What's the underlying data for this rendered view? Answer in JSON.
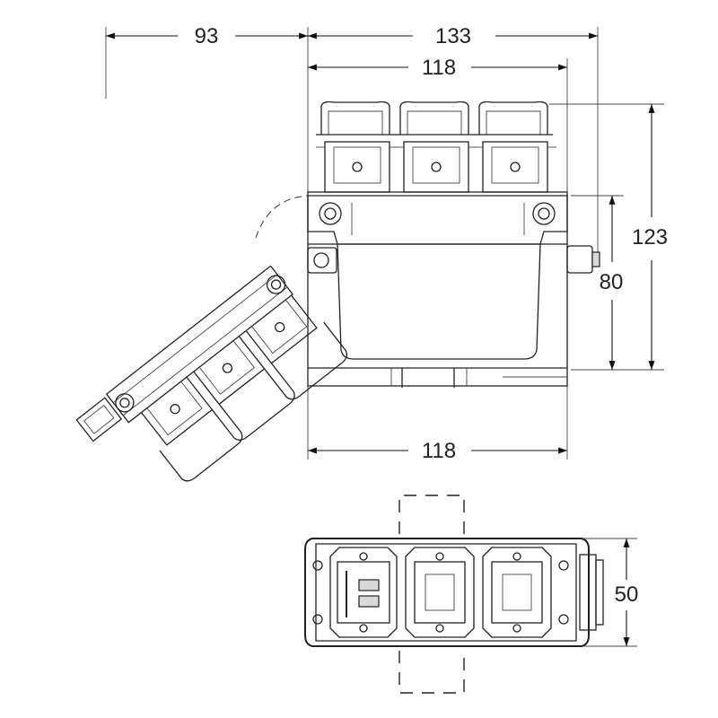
{
  "dimensions": {
    "hinge_offset": "93",
    "total_width": "133",
    "top_width": "118",
    "bottom_width": "118",
    "total_height": "123",
    "body_height": "80",
    "depth": "50"
  }
}
